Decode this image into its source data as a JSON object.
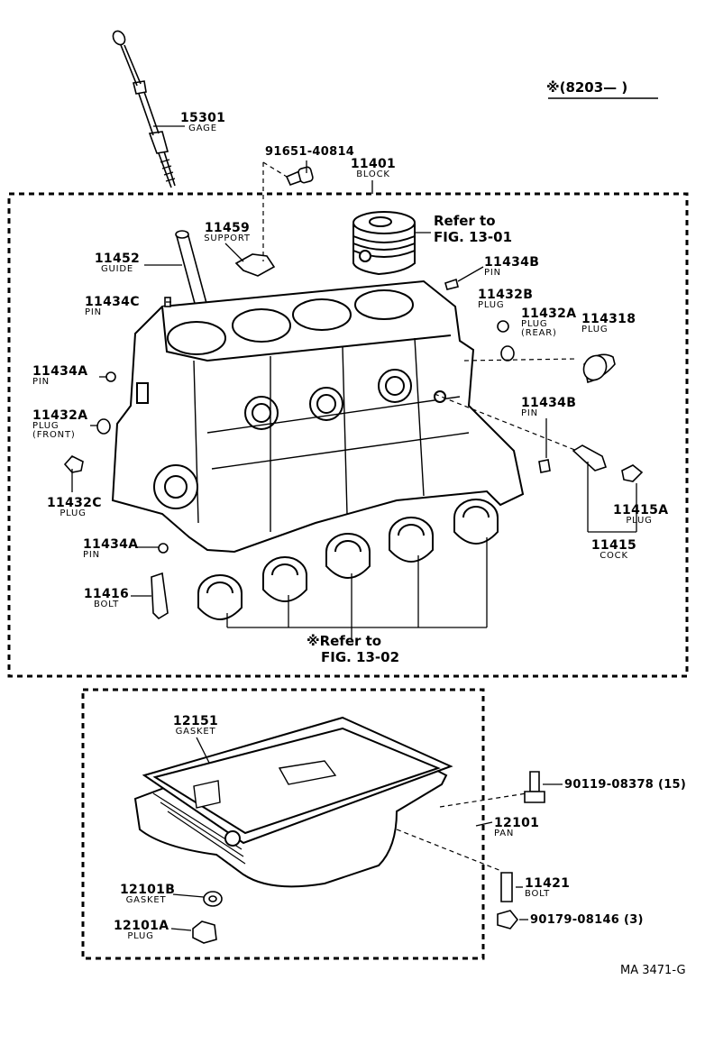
{
  "header_note": "※(8203—      )",
  "footer_code": "MA  3471-G",
  "parts": {
    "p15301": {
      "number": "15301",
      "name": "GAGE"
    },
    "p91651": {
      "number": "91651-40814"
    },
    "p11401": {
      "number": "11401",
      "name": "BLOCK"
    },
    "p11459": {
      "number": "11459",
      "name": "SUPPORT"
    },
    "p11452": {
      "number": "11452",
      "name": "GUIDE"
    },
    "p11434B_top": {
      "number": "11434B",
      "name": "PIN"
    },
    "p11434C": {
      "number": "11434C",
      "name": "PIN"
    },
    "p11432B": {
      "number": "11432B",
      "name": "PLUG"
    },
    "p11432A_rear": {
      "number": "11432A",
      "name": "PLUG",
      "qualifier": "(REAR)"
    },
    "p11431B": {
      "number": "114318",
      "name": "PLUG"
    },
    "p11434A_left": {
      "number": "11434A",
      "name": "PIN"
    },
    "p11432A_front": {
      "number": "11432A",
      "name": "PLUG",
      "qualifier": "(FRONT)"
    },
    "p11434B_right": {
      "number": "11434B",
      "name": "PIN"
    },
    "p11432C": {
      "number": "11432C",
      "name": "PLUG"
    },
    "p11415A": {
      "number": "11415A",
      "name": "PLUG"
    },
    "p11415": {
      "number": "11415",
      "name": "COCK"
    },
    "p11434A_low": {
      "number": "11434A",
      "name": "PIN"
    },
    "p11416": {
      "number": "11416",
      "name": "BOLT"
    },
    "p12151": {
      "number": "12151",
      "name": "GASKET"
    },
    "p90119": {
      "number": "90119-08378 (15)"
    },
    "p12101": {
      "number": "12101",
      "name": "PAN"
    },
    "p11421": {
      "number": "11421",
      "name": "BOLT"
    },
    "p12101B": {
      "number": "12101B",
      "name": "GASKET"
    },
    "p90179": {
      "number": "90179-08146 (3)"
    },
    "p12101A": {
      "number": "12101A",
      "name": "PLUG"
    }
  },
  "refs": {
    "piston": {
      "line1": "Refer to",
      "line2": "FIG. 13-01"
    },
    "bearings": {
      "line1": "※Refer to",
      "line2": "FIG. 13-02"
    }
  }
}
